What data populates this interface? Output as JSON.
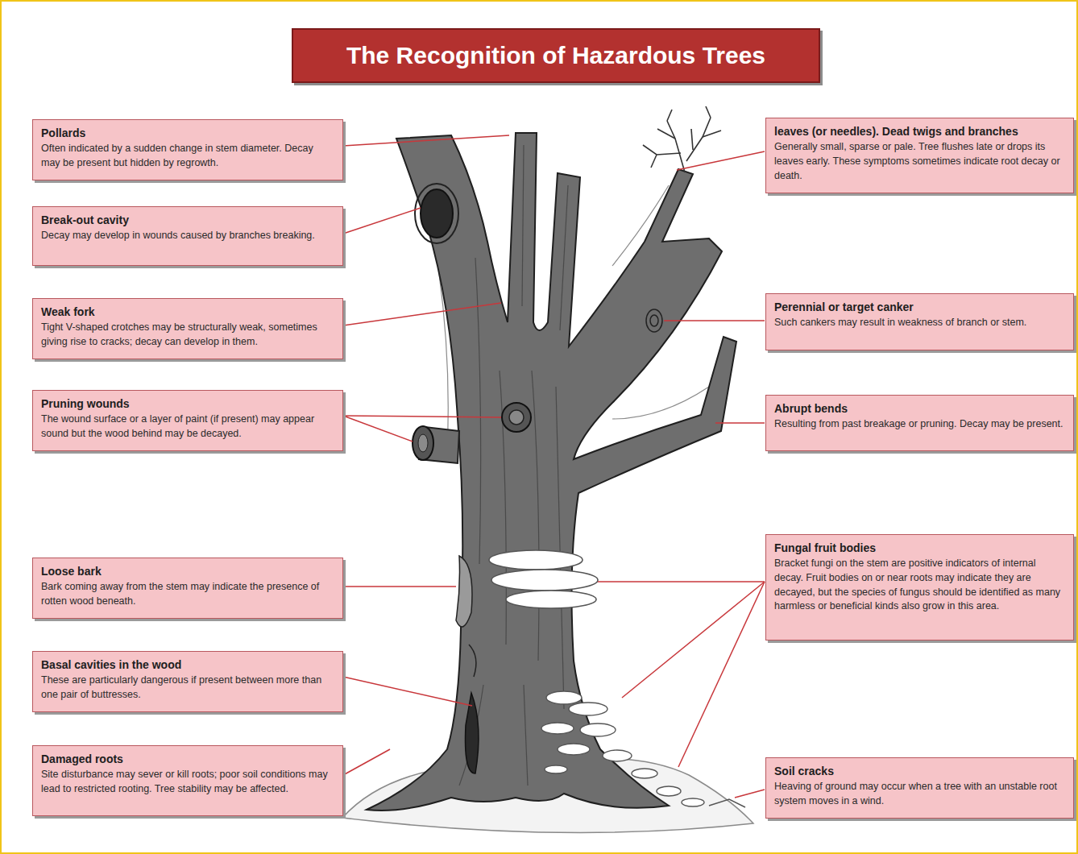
{
  "diagram": {
    "title": "The Recognition of Hazardous Trees",
    "nodes": [
      {
        "text": [
          "Pollards",
          "Often indicated by a sudden change in stem diameter. Decay may be present but hidden by regrowth."
        ]
      },
      {
        "text": [
          "Break-out cavity",
          "Decay may develop in wounds caused by branches breaking."
        ]
      },
      {
        "text": [
          "Weak fork",
          "Tight V-shaped crotches may be structurally weak, sometimes giving rise to cracks; decay can develop in them."
        ]
      },
      {
        "text": [
          "Pruning wounds",
          "The wound surface or a layer of paint (if present) may appear sound but the wood behind may be decayed."
        ]
      },
      {
        "text": [
          "Loose bark",
          "Bark coming away from the stem may indicate the presence of rotten wood beneath."
        ]
      },
      {
        "text": [
          "Basal cavities in the wood",
          "These are particularly dangerous if present between more than one pair of buttresses."
        ]
      },
      {
        "text": [
          "Damaged roots",
          "Site disturbance may sever or kill roots; poor soil conditions may lead to restricted rooting. Tree stability may be affected."
        ]
      },
      {
        "text": [
          "leaves (or needles). Dead twigs and branches",
          "Generally small, sparse or pale. Tree flushes late or drops its leaves early. These symptoms sometimes indicate root decay or death."
        ]
      },
      {
        "text": [
          "Perennial or target canker",
          "Such cankers may result in weakness of branch or stem."
        ]
      },
      {
        "text": [
          "Abrupt bends",
          "Resulting from past breakage or pruning. Decay may be present."
        ]
      },
      {
        "text": [
          "Fungal fruit bodies",
          "Bracket fungi on the stem are positive indicators of internal decay. Fruit bodies on or near roots may indicate they are decayed, but the species of fungus should be identified as many harmless or beneficial kinds also grow in this area."
        ]
      },
      {
        "text": [
          "Soil cracks",
          "Heaving of ground may occur when a tree with an unstable root system moves in a wind."
        ]
      }
    ]
  }
}
